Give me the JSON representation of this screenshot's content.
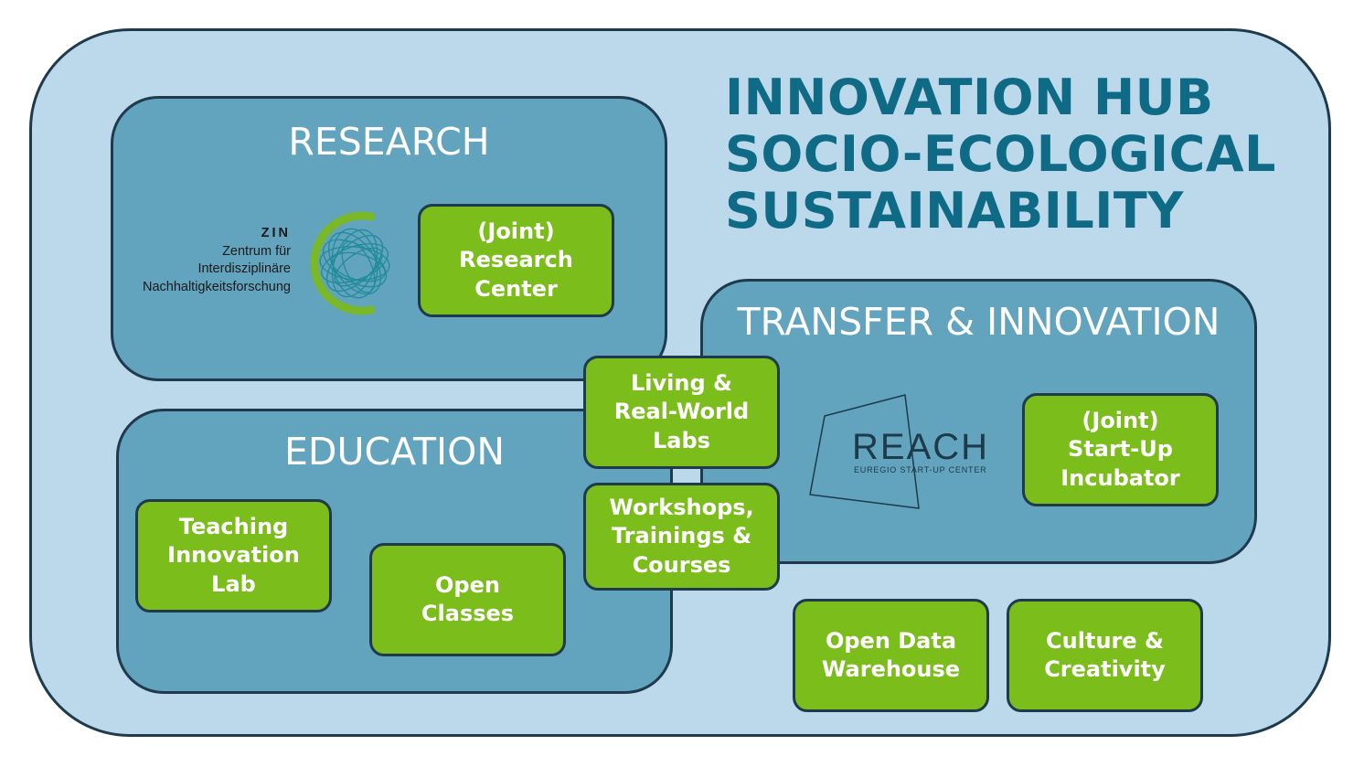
{
  "title": {
    "line1": "INNOVATION HUB",
    "line2": "SOCIO-ECOLOGICAL",
    "line3": "SUSTAINABILITY"
  },
  "areas": {
    "research": "RESEARCH",
    "education": "EDUCATION",
    "transfer": "TRANSFER & INNOVATION"
  },
  "zin_logo": {
    "abbr": "ZIN",
    "line1": "Zentrum für",
    "line2": "Interdisziplinäre",
    "line3": "Nachhaltigkeitsforschung"
  },
  "reach_logo": {
    "word": "REACH",
    "subtitle": "EUREGIO START-UP CENTER"
  },
  "boxes": {
    "joint_research_center": [
      "(Joint)",
      "Research",
      "Center"
    ],
    "living_labs": [
      "Living &",
      "Real-World",
      "Labs"
    ],
    "workshops": [
      "Workshops,",
      "Trainings &",
      "Courses"
    ],
    "joint_startup_incubator": [
      "(Joint)",
      "Start-Up",
      "Incubator"
    ],
    "teaching_innovation_lab": [
      "Teaching",
      "Innovation",
      "Lab"
    ],
    "open_classes": [
      "Open",
      "Classes"
    ],
    "open_data_warehouse": [
      "Open Data",
      "Warehouse"
    ],
    "culture_creativity": [
      "Culture &",
      "Creativity"
    ]
  },
  "colors": {
    "outer_fill": "#bcd9ec",
    "area_fill": "#62a3be",
    "box_fill": "#7bbd1a",
    "outline": "#1f3a4d",
    "title_text": "#0f6a85",
    "zin_green": "#7ab829",
    "zin_teal": "#1a8a96"
  }
}
